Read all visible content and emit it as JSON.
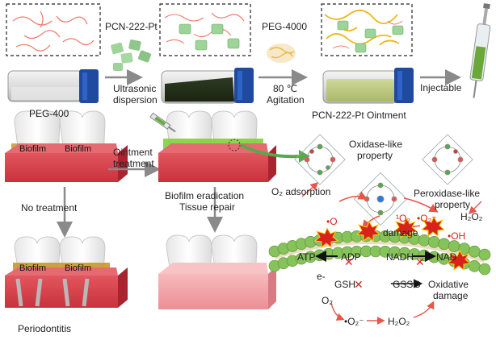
{
  "top": {
    "peg400": "PEG-400",
    "pcn_label": "PCN-222-Pt",
    "ultrasonic_1": "Ultrasonic",
    "ultrasonic_2": "dispersion",
    "peg4000": "PEG-4000",
    "temp": "80 ℃",
    "agitation": "Agitation",
    "ointment": "PCN-222-Pt Ointment",
    "injectable": "Injectable"
  },
  "left": {
    "biofilm": "Biofilm",
    "ointment_treatment_1": "Ointment",
    "ointment_treatment_2": "treatment",
    "no_treatment": "No treatment",
    "periodontitis": "Periodontitis",
    "eradication": "Biofilm eradication",
    "tissue_repair": "Tissue repair"
  },
  "mechanism": {
    "oxidase_1": "Oxidase-like",
    "oxidase_2": "property",
    "peroxidase_1": "Peroxidase-like",
    "peroxidase_2": "property",
    "o2_adsorption": "O₂ adsorption",
    "h2o2_top": "H₂O₂",
    "ros_o": "•O",
    "ros_1o2": "¹O₂",
    "ros_o2m": "•O₂⁻",
    "ros_oh": "•OH",
    "damage": "damage",
    "atp": "ATP",
    "adp": "ADP",
    "nadh": "NADH",
    "nad": "NAD",
    "e": "e-",
    "gsh": "GSH",
    "gssg": "GSSG",
    "oxidative_1": "Oxidative",
    "oxidative_2": "damage",
    "o2_bottom": "O₂",
    "o2m_bottom": "•O₂⁻",
    "h2o2_bottom": "H₂O₂"
  },
  "colors": {
    "gum": "#d9404a",
    "gum_light": "#f1a0a4",
    "biofilm": "#c79a2a",
    "ointment_green": "#7fd23a",
    "membrane": "#7fbf4f",
    "arrow_red": "#e8564a",
    "arrow_gray": "#8a8a8a",
    "arrow_green": "#5aa84a",
    "bottle_cap": "#1f4aa0",
    "ros_red": "#d8231c"
  }
}
